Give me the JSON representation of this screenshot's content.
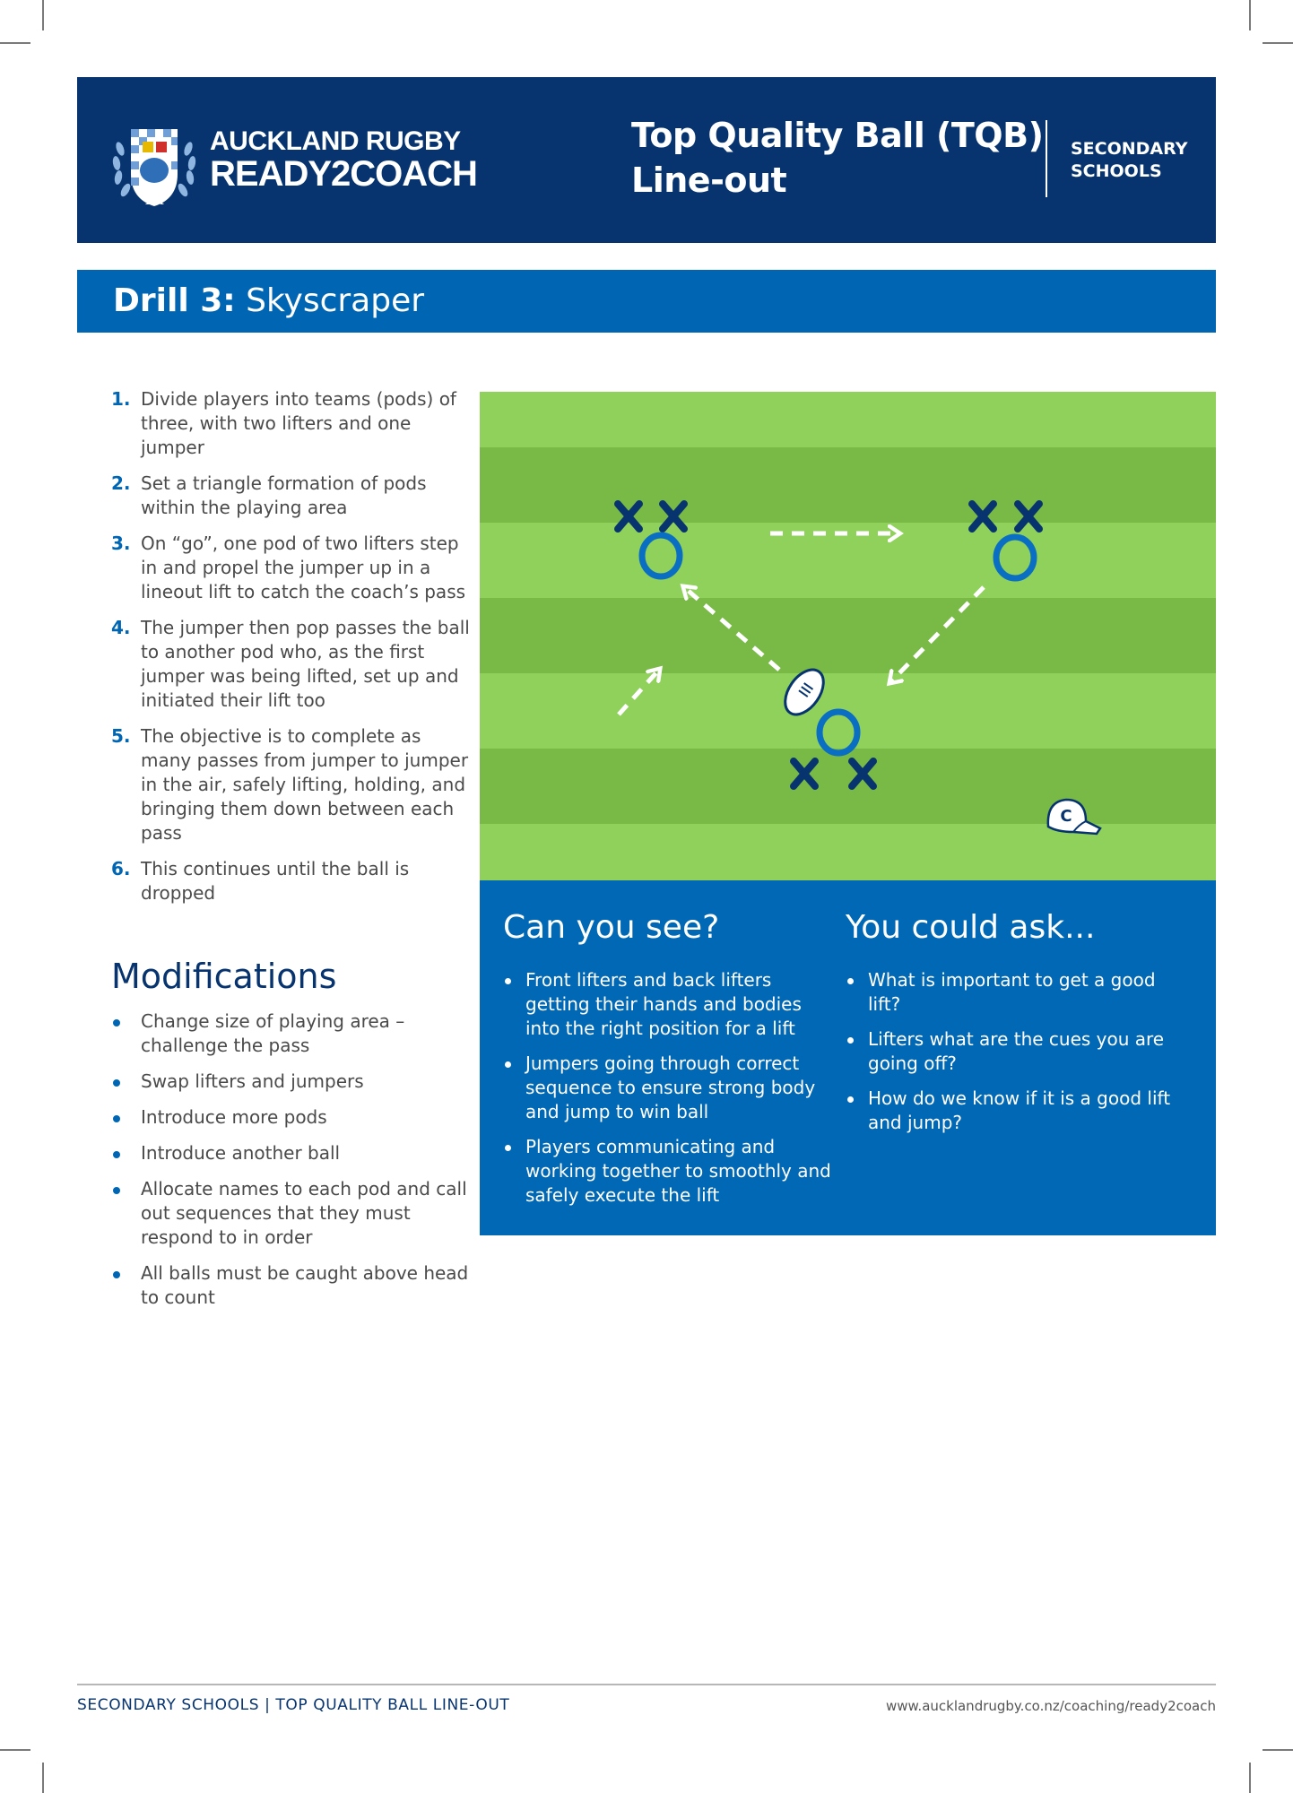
{
  "header": {
    "brand_line1": "AUCKLAND RUGBY",
    "brand_line2": "READY2COACH",
    "title_line1": "Top Quality Ball (TQB)",
    "title_line2": "Line-out",
    "subtitle_line1": "SECONDARY",
    "subtitle_line2": "SCHOOLS",
    "colors": {
      "navy": "#07346f",
      "blue": "#0066b3"
    }
  },
  "drill": {
    "label": "Drill 3:",
    "name": "Skyscraper"
  },
  "steps": [
    {
      "num": "1.",
      "text": "Divide players into teams (pods) of three, with two lifters and one jumper"
    },
    {
      "num": "2.",
      "text": "Set a triangle formation of pods within the playing area"
    },
    {
      "num": "3.",
      "text": "On “go”, one pod of two lifters step in and propel the jumper up in a lineout lift to catch the coach’s pass"
    },
    {
      "num": "4.",
      "text": "The jumper then pop passes the ball to another pod who, as the first jumper was being lifted, set up and initiated their lift too"
    },
    {
      "num": "5.",
      "text": "The objective is to complete as many passes from jumper to jumper in the air, safely lifting, holding, and bringing them down between each pass"
    },
    {
      "num": "6.",
      "text": "This continues until the ball is dropped"
    }
  ],
  "modifications": {
    "heading": "Modifications",
    "items": [
      "Change size of playing area – challenge the pass",
      "Swap lifters and jumpers",
      "Introduce more pods",
      "Introduce another ball",
      "Allocate names to each pod and call out sequences that they must respond to in order",
      "All balls must be caught above head to count"
    ]
  },
  "diagram": {
    "coach_label": "C",
    "icons": [
      "lifter-x-marker",
      "jumper-o-marker",
      "rugby-ball-icon",
      "coach-cap-icon",
      "pass-arrow"
    ]
  },
  "can_you_see": {
    "heading": "Can you see?",
    "items": [
      "Front lifters and back lifters getting their hands and bodies into the right position for a lift",
      "Jumpers going through correct sequence to ensure strong body and jump to win ball",
      "Players communicating and working together to smoothly and safely execute the lift"
    ]
  },
  "you_could_ask": {
    "heading": "You could ask...",
    "items": [
      "What is important to get a good lift?",
      "Lifters what are the cues you are going off?",
      "How do we know if it is a good lift and jump?"
    ]
  },
  "footer": {
    "left": "SECONDARY SCHOOLS | TOP QUALITY BALL LINE-OUT",
    "right": "www.aucklandrugby.co.nz/coaching/ready2coach"
  }
}
